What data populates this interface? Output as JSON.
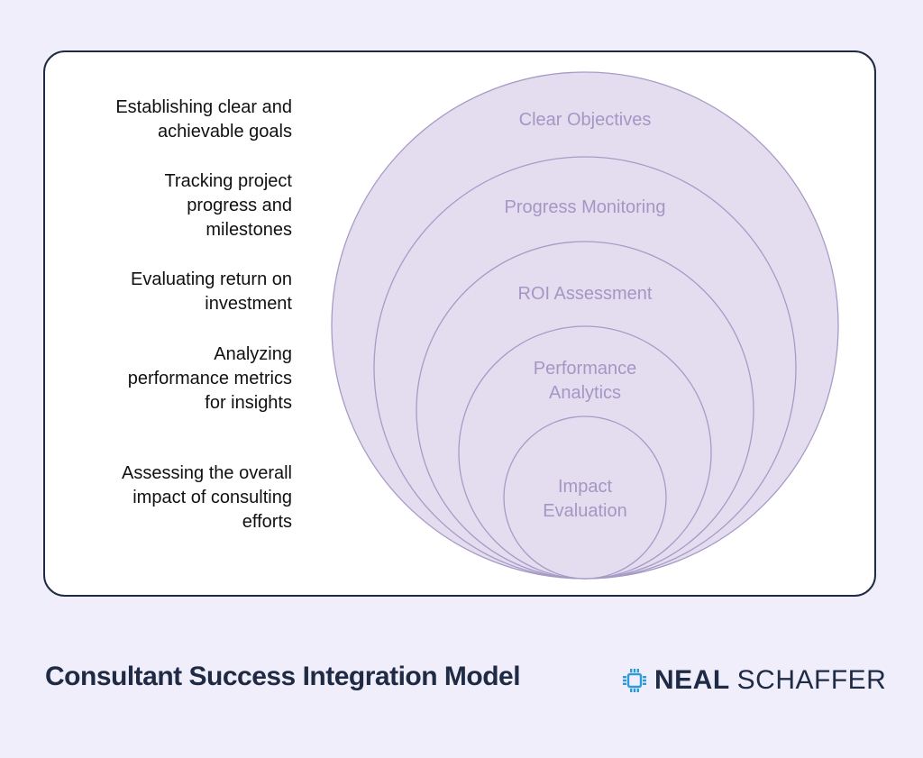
{
  "diagram": {
    "descriptions": [
      [
        "Establishing clear and",
        "achievable goals"
      ],
      [
        "Tracking project",
        "progress and",
        "milestones"
      ],
      [
        "Evaluating return on",
        "investment"
      ],
      [
        "Analyzing",
        "performance metrics",
        "for insights"
      ],
      [
        "Assessing the overall",
        "impact of consulting",
        "efforts"
      ]
    ],
    "circles": [
      [
        "Clear Objectives"
      ],
      [
        "Progress Monitoring"
      ],
      [
        "ROI Assessment"
      ],
      [
        "Performance",
        "Analytics"
      ],
      [
        "Impact",
        "Evaluation"
      ]
    ]
  },
  "footer": {
    "title": "Consultant Success Integration Model",
    "brand_part1": "NEAL",
    "brand_part2": "SCHAFFER"
  },
  "colors": {
    "background": "#f1eefb",
    "circle_fill": "#e4ddf0",
    "circle_stroke": "#a79bc6",
    "circle_text": "#a497c4",
    "title": "#1f2a44",
    "brand_icon": "#2e9bd6"
  }
}
